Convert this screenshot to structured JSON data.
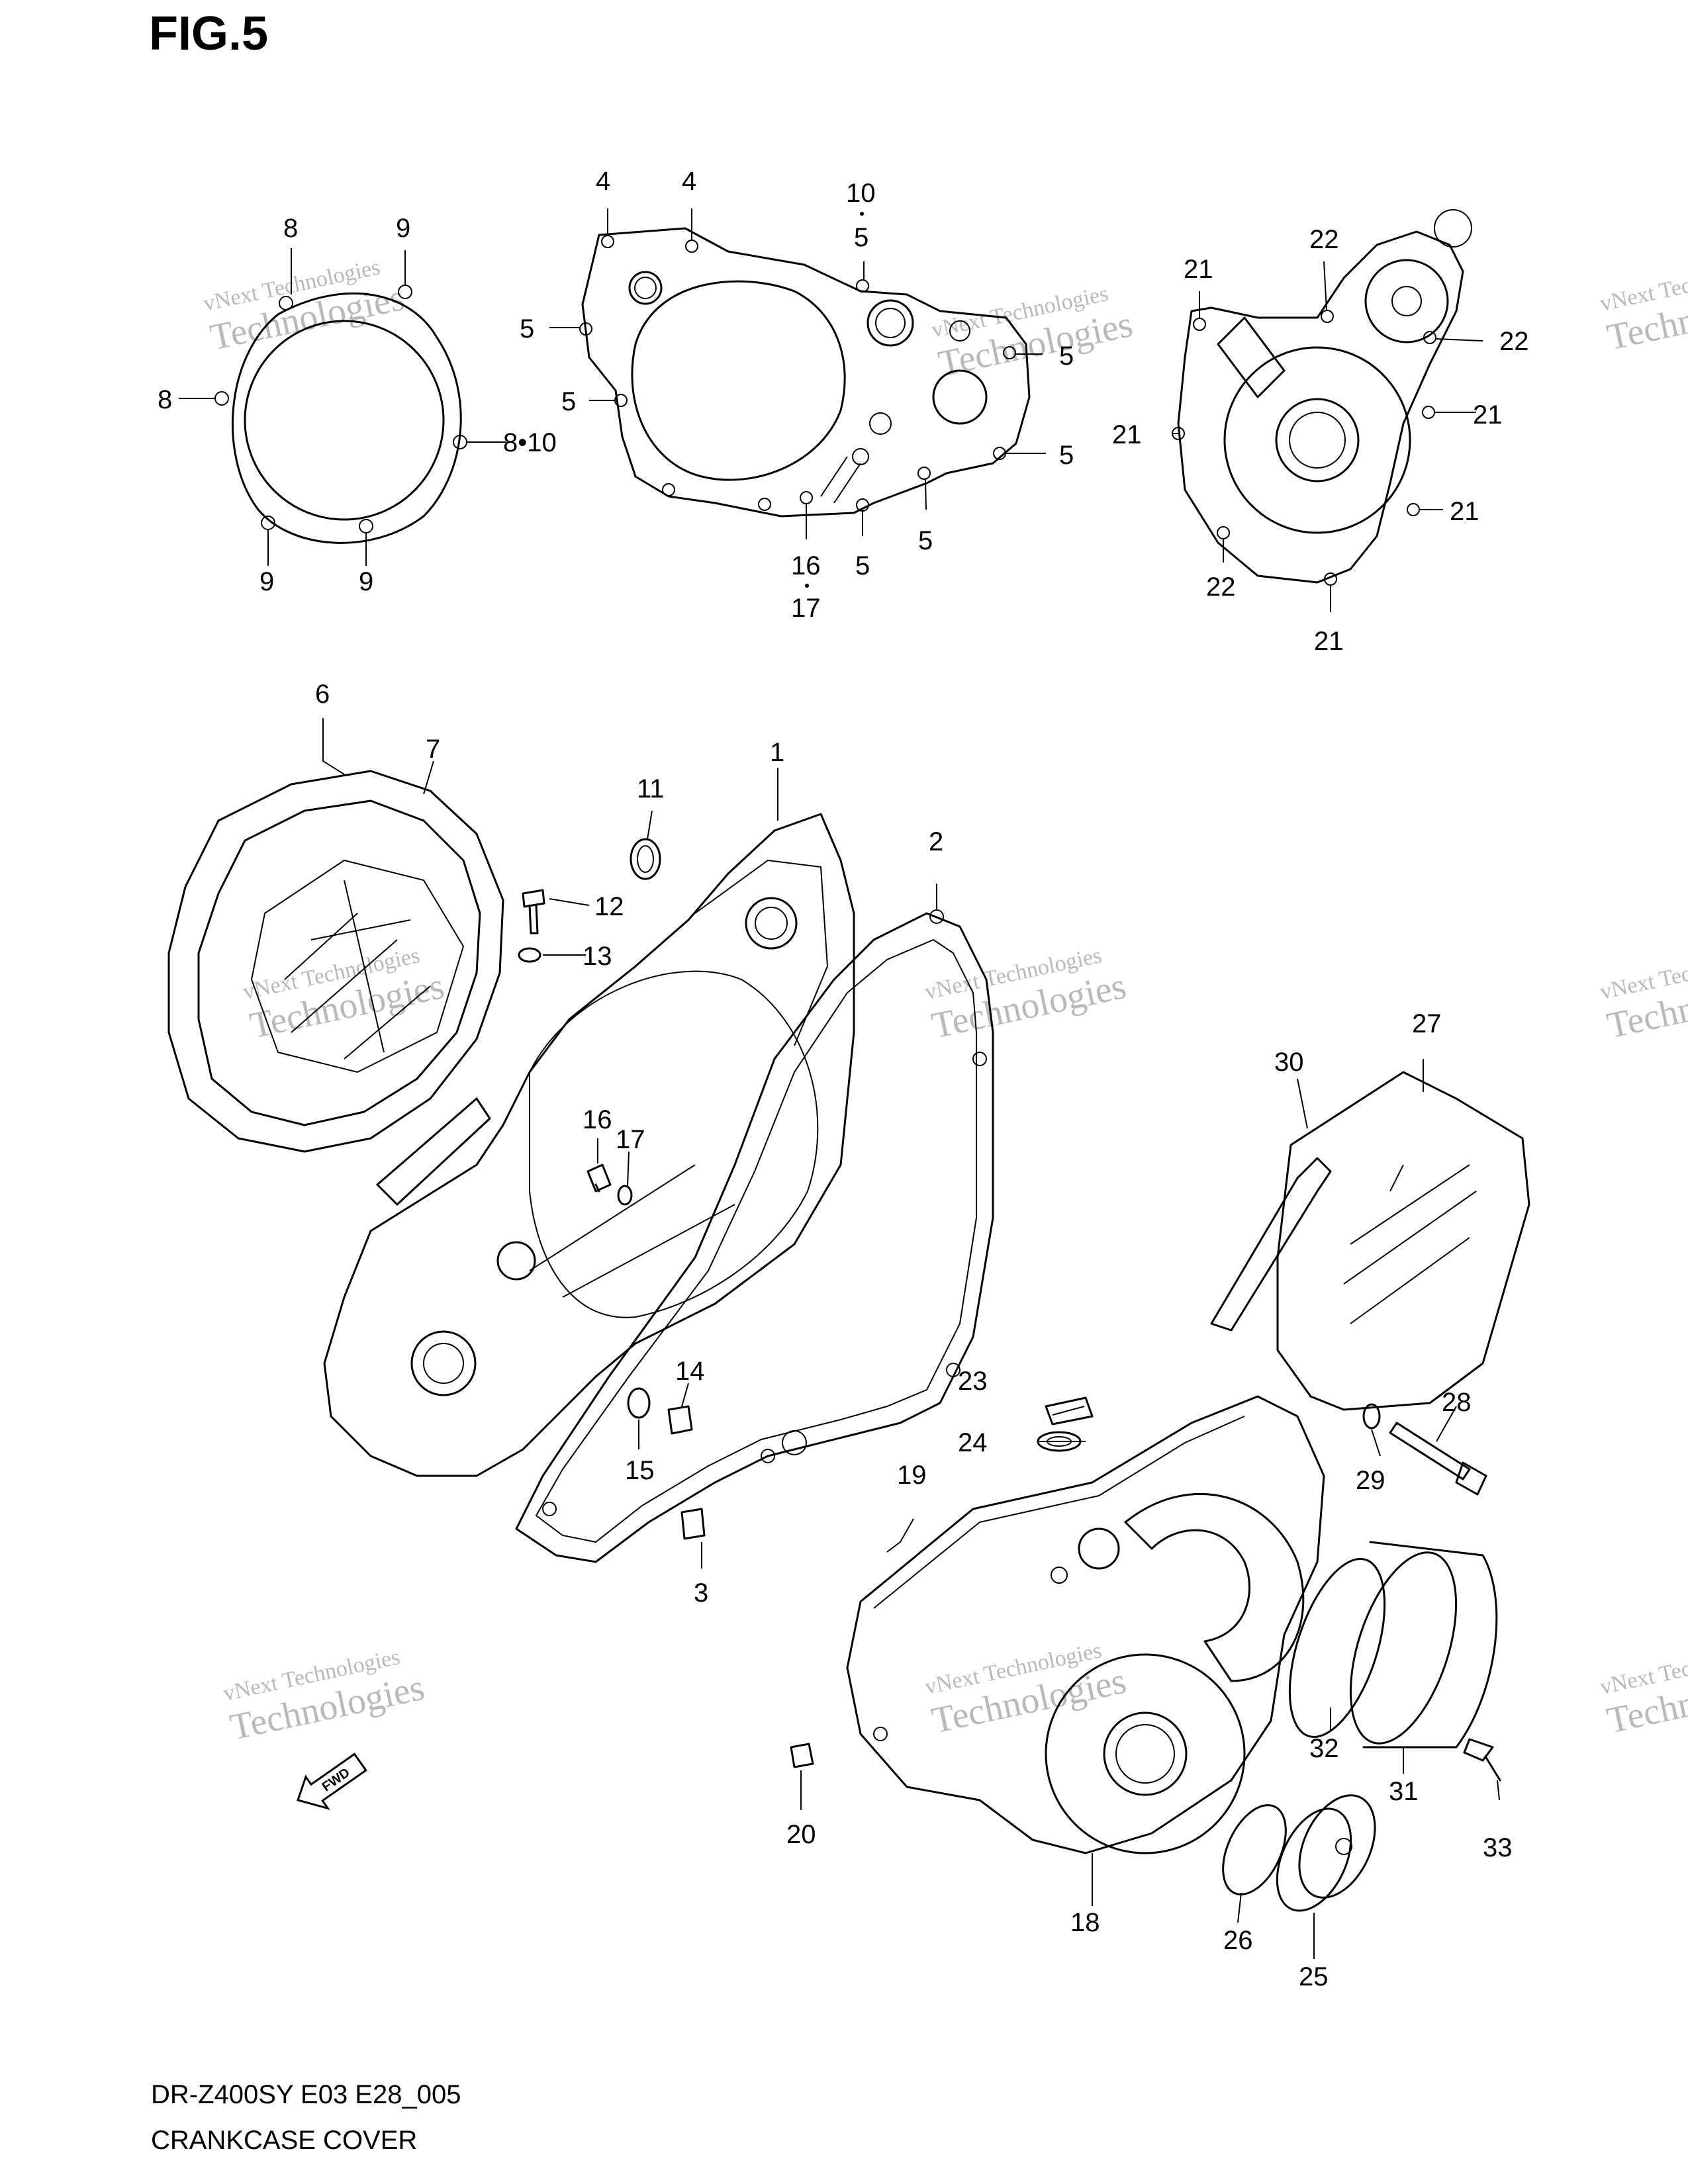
{
  "figure": {
    "title": "FIG.5"
  },
  "caption": {
    "model": "DR-Z400SY E03 E28_005",
    "name": "CRANKCASE COVER"
  },
  "watermark": {
    "line1": "vNext Technologies",
    "line2": "Technologies",
    "line3": "vNext"
  },
  "fwd_label": "FWD",
  "callouts": {
    "c1": "1",
    "c2": "2",
    "c3": "3",
    "c4a": "4",
    "c4b": "4",
    "c5a": "5",
    "c5b": "5",
    "c5c": "5",
    "c5d": "5",
    "c5e": "5",
    "c5f": "5",
    "c5g": "5",
    "c6": "6",
    "c7": "7",
    "c8a": "8",
    "c8b": "8",
    "c8c": "8•10",
    "c9a": "9",
    "c9b": "9",
    "c9c": "9",
    "c10": "10",
    "c11": "11",
    "c12": "12",
    "c13": "13",
    "c14": "14",
    "c15": "15",
    "c16a": "16",
    "c16b": "16",
    "c17a": "17",
    "c17b": "17",
    "c18": "18",
    "c19": "19",
    "c20": "20",
    "c21a": "21",
    "c21b": "21",
    "c21c": "21",
    "c21d": "21",
    "c21e": "21",
    "c22a": "22",
    "c22b": "22",
    "c22c": "22",
    "c23": "23",
    "c24": "24",
    "c25": "25",
    "c26": "26",
    "c27": "27",
    "c28": "28",
    "c29": "29",
    "c30": "30",
    "c31": "31",
    "c32": "32",
    "c33": "33"
  }
}
